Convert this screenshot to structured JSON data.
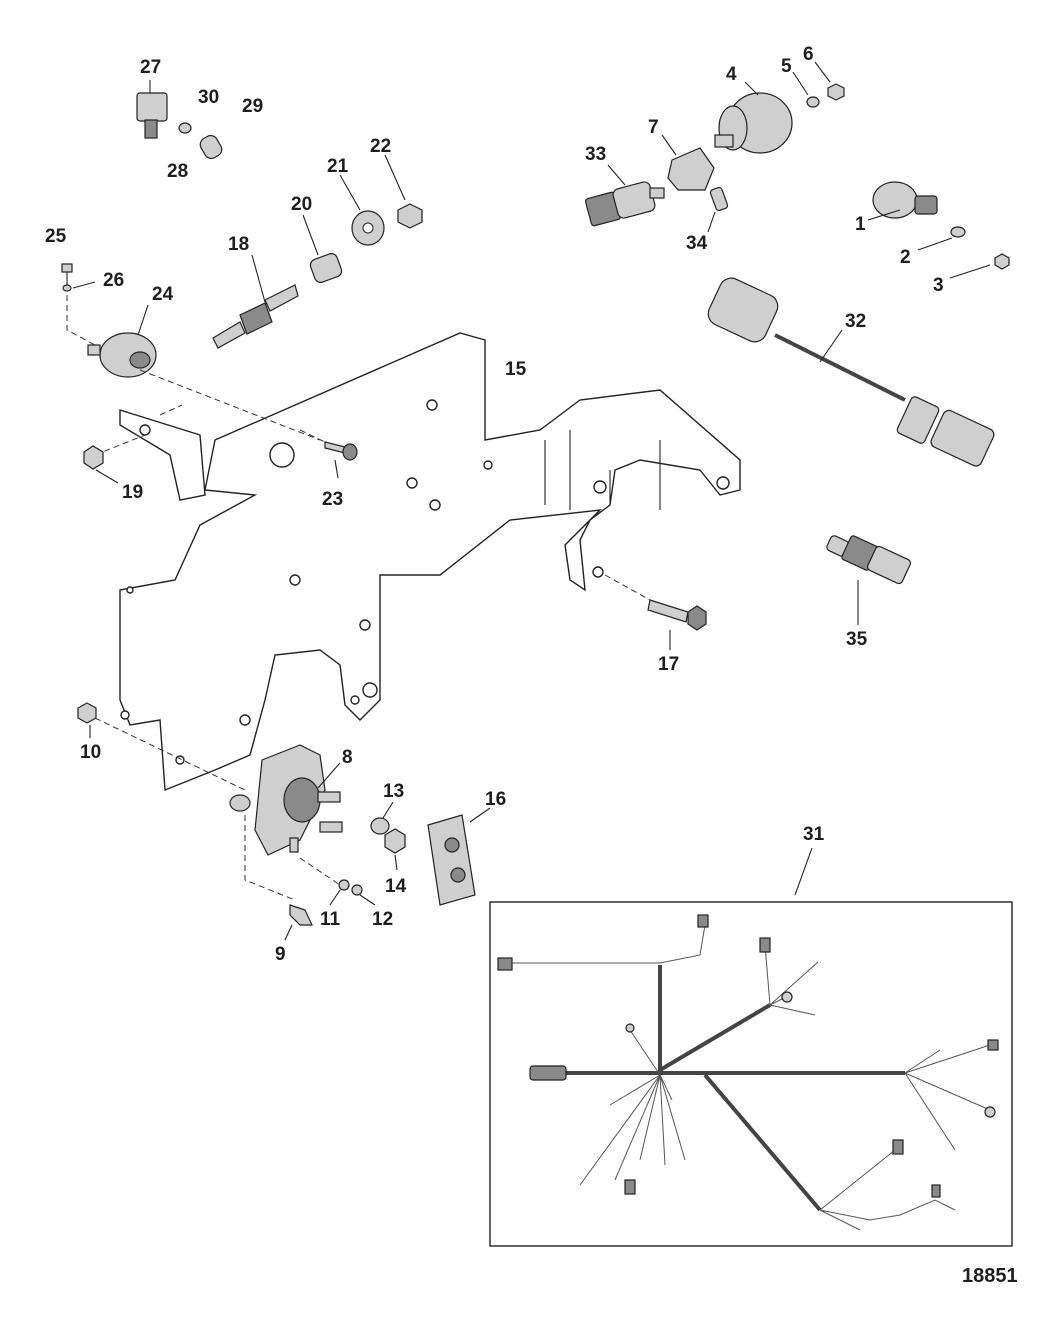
{
  "figure_number": "18851",
  "callouts": [
    "1",
    "2",
    "3",
    "4",
    "5",
    "6",
    "7",
    "8",
    "9",
    "10",
    "11",
    "12",
    "13",
    "14",
    "15",
    "16",
    "17",
    "18",
    "19",
    "20",
    "21",
    "22",
    "23",
    "24",
    "25",
    "26",
    "27",
    "28",
    "29",
    "30",
    "31",
    "32",
    "33",
    "34",
    "35"
  ]
}
